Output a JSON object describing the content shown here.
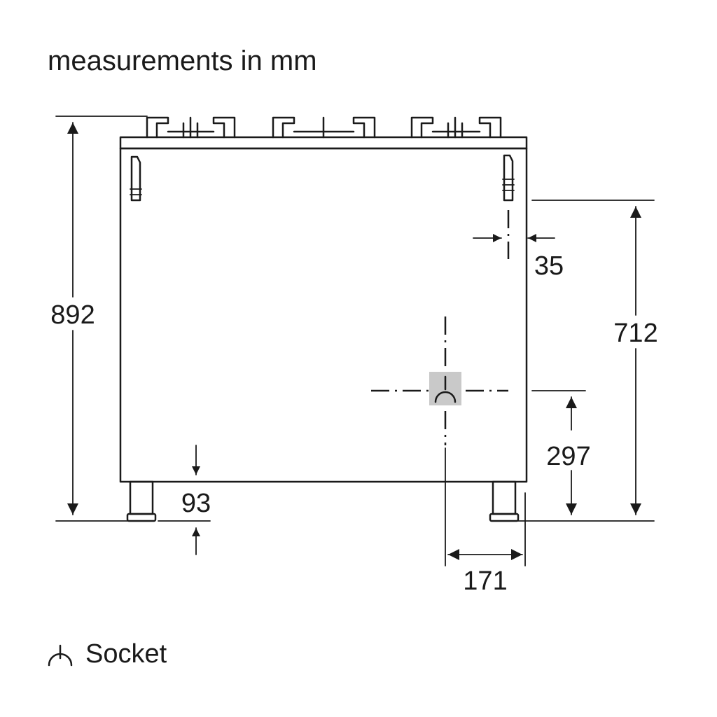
{
  "title": "measurements in mm",
  "dimensions": {
    "total_height": "892",
    "socket_region_height": "712",
    "side_offset": "35",
    "socket_height": "297",
    "leg_height": "93",
    "socket_side_distance": "171"
  },
  "legend": {
    "socket_label": "Socket",
    "socket_icon": "socket-symbol"
  },
  "colors": {
    "line": "#1a1a1a",
    "socket_highlight": "#c9c9c9",
    "background": "#ffffff"
  }
}
